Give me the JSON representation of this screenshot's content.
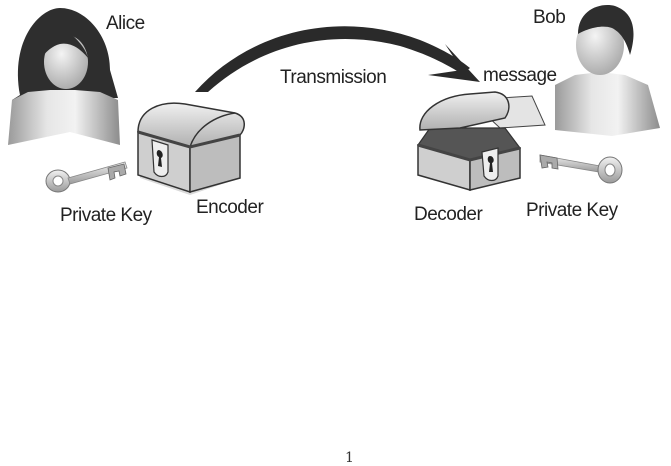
{
  "diagram": {
    "title": "Private key encryption between Alice and Bob",
    "sender": {
      "name": "Alice",
      "key_label": "Private Key",
      "device_label": "Encoder",
      "icon": "female-user-icon"
    },
    "receiver": {
      "name": "Bob",
      "key_label": "Private Key",
      "device_label": "Decoder",
      "icon": "male-user-icon"
    },
    "channel": {
      "label": "Transmission",
      "payload_label": "message",
      "icon": "curved-arrow-icon"
    },
    "colors": {
      "text": "#222222",
      "arrow": "#2a2a2a",
      "hair": "#2e2e2e",
      "skin": "#d8d8d8",
      "chest": "#c8c8c8"
    }
  },
  "footer": {
    "page_number": "1"
  }
}
